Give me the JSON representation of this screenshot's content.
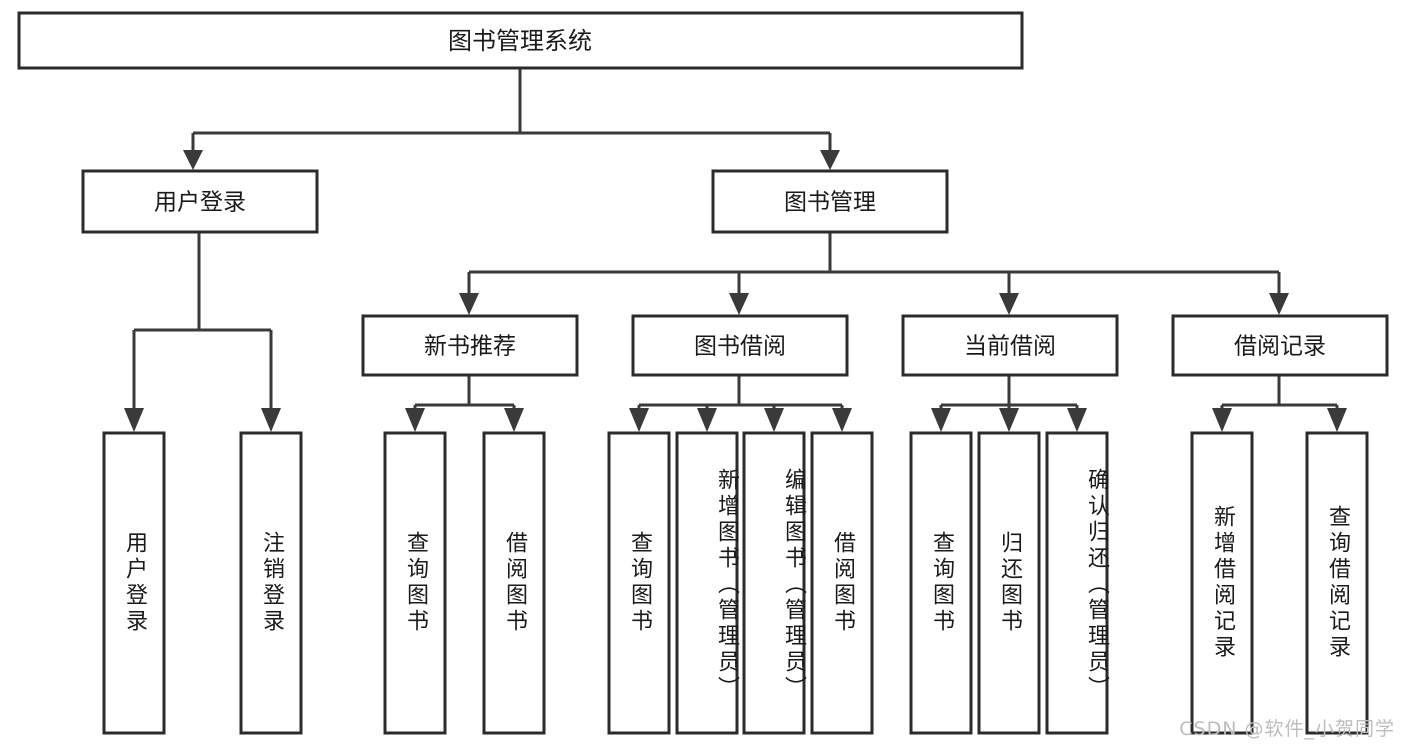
{
  "diagram": {
    "title": "图书管理系统",
    "type": "hierarchy-tree",
    "watermark": "CSDN @软件_小贺同学",
    "colors": {
      "box_stroke": "#2b2b2b",
      "connector": "#3a3a3a",
      "background": "#ffffff",
      "text": "#1a1a1a",
      "watermark": "#bdbdbd"
    },
    "root": {
      "label": "图书管理系统"
    },
    "level2": [
      {
        "label": "用户登录"
      },
      {
        "label": "图书管理"
      }
    ],
    "level3": [
      {
        "label": "新书推荐"
      },
      {
        "label": "图书借阅"
      },
      {
        "label": "当前借阅"
      },
      {
        "label": "借阅记录"
      }
    ],
    "leaves": {
      "user_login": [
        {
          "label": "用户登录"
        },
        {
          "label": "注销登录"
        }
      ],
      "new_book_recommend": [
        {
          "label": "查询图书"
        },
        {
          "label": "借阅图书"
        }
      ],
      "book_borrow": [
        {
          "label": "查询图书"
        },
        {
          "label": "新增图书（管理员）"
        },
        {
          "label": "编辑图书（管理员）"
        },
        {
          "label": "借阅图书"
        }
      ],
      "current_borrow": [
        {
          "label": "查询图书"
        },
        {
          "label": "归还图书"
        },
        {
          "label": "确认归还（管理员）"
        }
      ],
      "borrow_record": [
        {
          "label": "新增借阅记录"
        },
        {
          "label": "查询借阅记录"
        }
      ]
    }
  }
}
